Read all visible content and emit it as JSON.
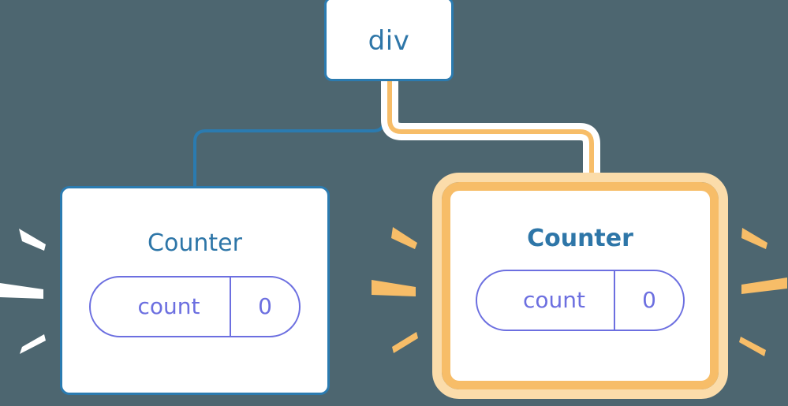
{
  "theme": {
    "background": "#4d6670",
    "card_background": "#ffffff",
    "blue_stroke": "#2b7bb0",
    "blue_text": "#2e76a8",
    "orange_stroke": "#f7bd68",
    "orange_glow": "#fbdcaa",
    "prop_purple": "#6c6fe0",
    "halo_white": "#ffffff",
    "spark_white": "#ffffff",
    "spark_orange": "#f7bd68"
  },
  "diagram": {
    "type": "component-tree",
    "root": {
      "label": "div",
      "highlighted": false
    },
    "children": [
      {
        "label": "Counter",
        "highlighted": false,
        "bold_title": false,
        "prop": {
          "key": "count",
          "value": "0"
        },
        "spark_color": "#ffffff",
        "edge_color": "#2b7bb0"
      },
      {
        "label": "Counter",
        "highlighted": true,
        "bold_title": true,
        "prop": {
          "key": "count",
          "value": "0"
        },
        "spark_color": "#f7bd68",
        "edge_color": "#f7bd68"
      }
    ],
    "sparks": [
      {
        "name": "left-sparks",
        "color": "#ffffff",
        "side": "left-of-card-1"
      },
      {
        "name": "middle-sparks",
        "color": "#f7bd68",
        "side": "right-of-card-1"
      },
      {
        "name": "right-sparks",
        "color": "#f7bd68",
        "side": "right-of-card-2"
      }
    ]
  }
}
